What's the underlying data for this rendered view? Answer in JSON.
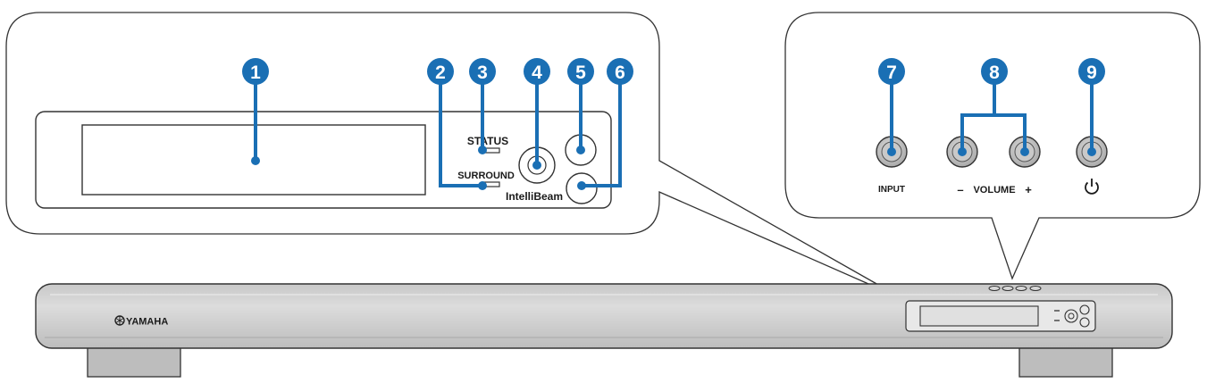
{
  "colors": {
    "callout": "#1a6fb4",
    "outline": "#333333",
    "bar_fill": "#d4d4d4",
    "button_face": "#c4c4c4"
  },
  "brand": {
    "logo_text": "YAMAHA",
    "logo_icon": "yamaha-tuning-fork-icon"
  },
  "front_panel": {
    "status_label": "STATUS",
    "surround_label": "SURROUND",
    "intellibeam_label": "IntelliBeam"
  },
  "top_panel": {
    "input_label": "INPUT",
    "volume_label": "VOLUME",
    "volume_minus": "–",
    "volume_plus": "+",
    "power_icon": "power-icon"
  },
  "callouts": {
    "c1": "1",
    "c2": "2",
    "c3": "3",
    "c4": "4",
    "c5": "5",
    "c6": "6",
    "c7": "7",
    "c8": "8",
    "c9": "9"
  }
}
